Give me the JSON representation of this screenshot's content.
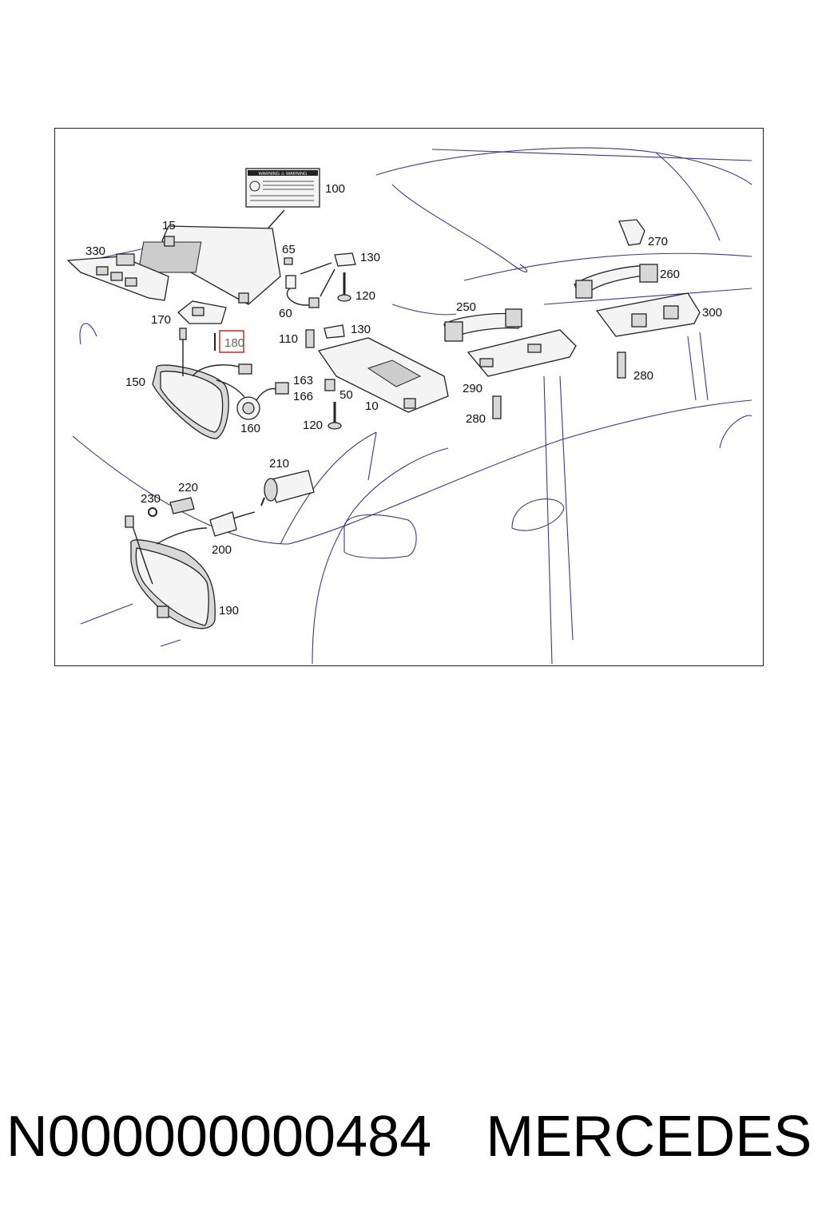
{
  "diagram": {
    "warning_label_text": "WARNING ⚠ WARNING",
    "highlight_color": "#e02020",
    "callouts": {
      "p10": "10",
      "p15": "15",
      "p50": "50",
      "p60": "60",
      "p65": "65",
      "p100": "100",
      "p110": "110",
      "p120a": "120",
      "p120b": "120",
      "p130a": "130",
      "p130b": "130",
      "p150": "150",
      "p160": "160",
      "p163": "163",
      "p166": "166",
      "p170": "170",
      "p180": "180",
      "p190": "190",
      "p200": "200",
      "p210": "210",
      "p220": "220",
      "p230": "230",
      "p250": "250",
      "p260": "260",
      "p270": "270",
      "p280a": "280",
      "p280b": "280",
      "p290": "290",
      "p300": "300",
      "p330": "330"
    }
  },
  "footer": {
    "part_number": "N000000000484",
    "brand": "MERCEDES"
  }
}
